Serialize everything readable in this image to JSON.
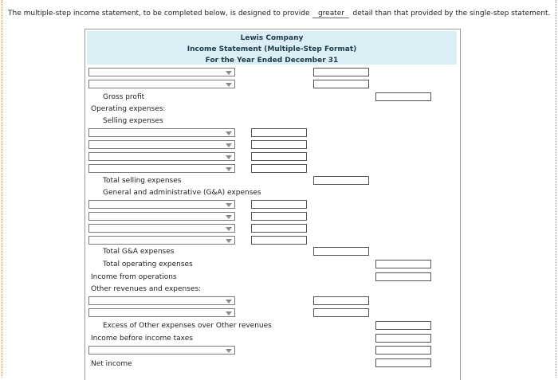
{
  "intro": {
    "text_before": "The multiple-step income statement, to be completed below, is designed to provide",
    "fill_value": "greater",
    "text_after": "detail than that provided by the single-step statement."
  },
  "statement": {
    "company": "Lewis Company",
    "title": "Income Statement  (Multiple-Step Format)",
    "period": "For the Year Ended December 31"
  },
  "labels": {
    "gross_profit": "Gross profit",
    "operating_expenses": "Operating expenses:",
    "selling_expenses": "Selling expenses",
    "total_selling_expenses": "Total selling expenses",
    "general_admin_expenses": "General and administrative (G&A) expenses",
    "total_ga_expenses": "Total G&A expenses",
    "total_operating_expenses": "Total operating expenses",
    "income_from_operations": "Income from operations",
    "other_revenues_expenses": "Other revenues and expenses:",
    "excess_other_expenses": "Excess of Other expenses over Other revenues",
    "income_before_taxes": "Income before income taxes",
    "net_income": "Net income"
  }
}
